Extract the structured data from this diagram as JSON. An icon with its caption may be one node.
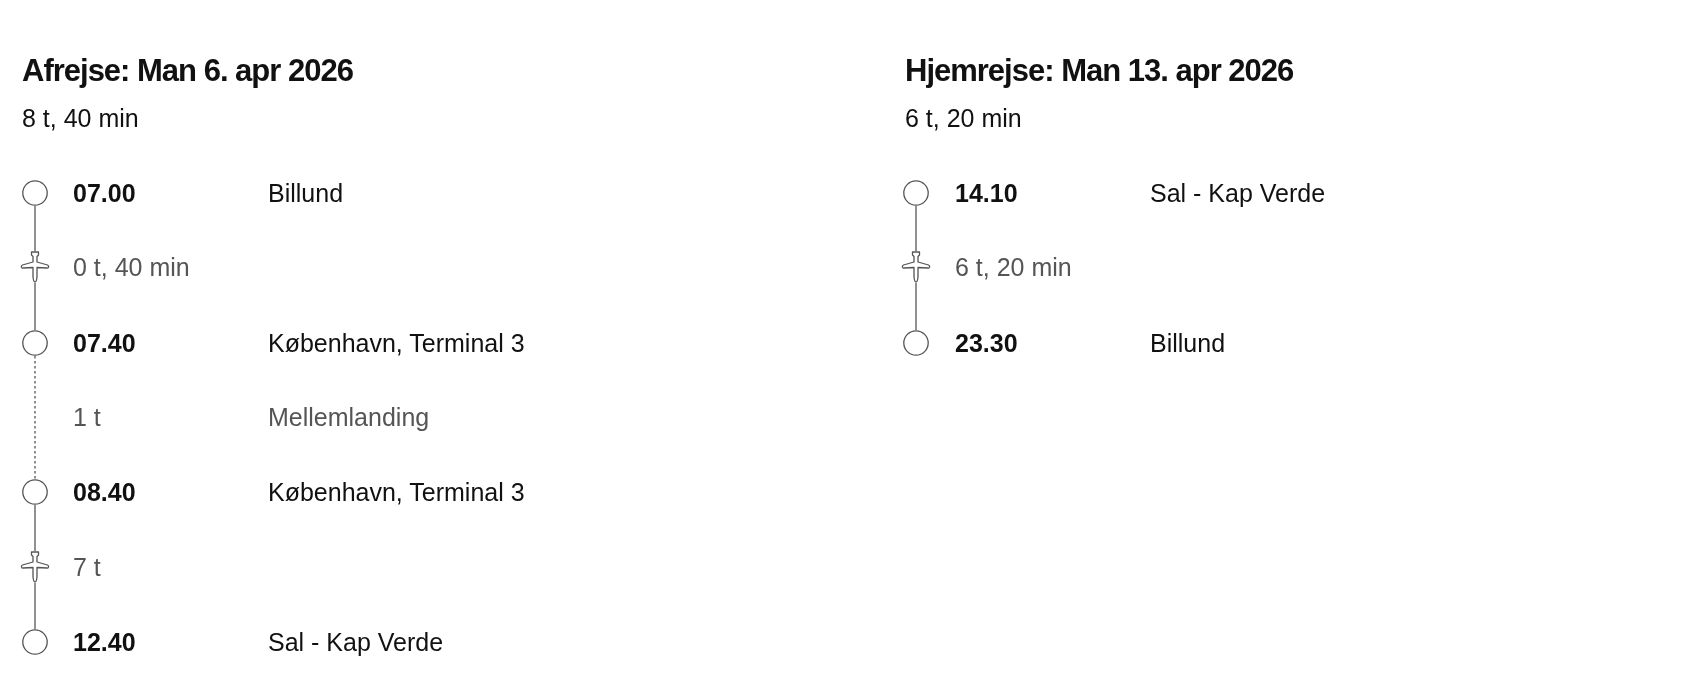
{
  "diagram": {
    "nodes": [
      {
        "text": [],
        "shape": "circle",
        "beside": [
          "07.00"
        ]
      },
      {
        "text": [],
        "shape": "picture",
        "beside": [
          "0 t, 40 min"
        ]
      },
      {
        "text": [],
        "shape": "circle",
        "beside": [
          "07.40"
        ]
      },
      {
        "text": [],
        "shape": "circle",
        "beside": [
          "08.40"
        ]
      },
      {
        "text": [],
        "shape": "picture",
        "beside": [
          "7 t"
        ]
      },
      {
        "text": [],
        "shape": "circle",
        "beside": [
          "12.40"
        ]
      },
      {
        "text": [],
        "shape": "circle",
        "beside": [
          "14.10"
        ]
      },
      {
        "text": [],
        "shape": "picture",
        "beside": [
          "6 t, 20 min"
        ]
      },
      {
        "text": [],
        "shape": "circle",
        "beside": [
          "23.30"
        ]
      }
    ],
    "edges": [
      {
        "from": 0,
        "to": 1,
        "arrow": "none"
      },
      {
        "from": 1,
        "to": 2,
        "arrow": "none"
      },
      {
        "from": 2,
        "to": 3,
        "arrow": "none",
        "style": "dashed"
      },
      {
        "from": 3,
        "to": 4,
        "arrow": "none"
      },
      {
        "from": 4,
        "to": 5,
        "arrow": "none"
      },
      {
        "from": 6,
        "to": 7,
        "arrow": "none"
      },
      {
        "from": 7,
        "to": 8,
        "arrow": "none"
      }
    ],
    "labels": [
      "Afrejse: Man 6. apr 2026",
      "8 t, 40 min",
      "Billund",
      "København, Terminal 3",
      "1 t",
      "Mellemlanding",
      "København, Terminal 3",
      "Sal - Kap Verde",
      "Hjemrejse: Man 13. apr 2026",
      "6 t, 20 min",
      "Sal - Kap Verde",
      "Billund"
    ]
  }
}
